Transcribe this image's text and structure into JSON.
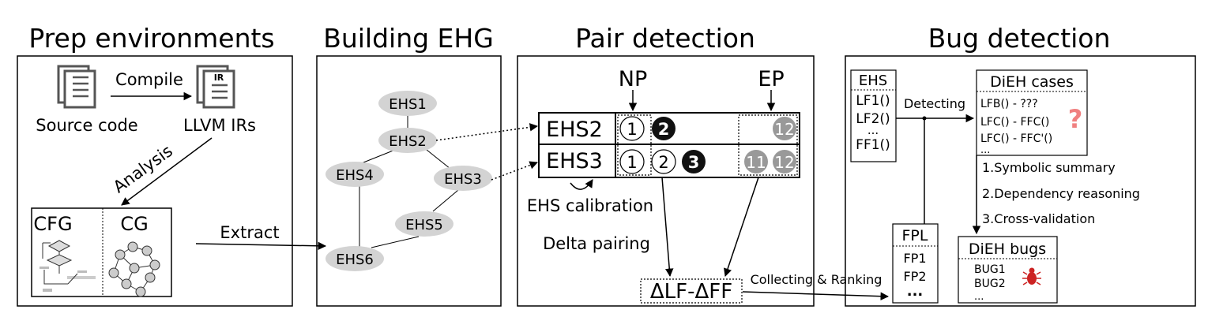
{
  "sections": {
    "prep": "Prep environments",
    "building": "Building EHG",
    "pair": "Pair detection",
    "bug": "Bug detection"
  },
  "prep": {
    "compile": "Compile",
    "ir_badge": "IR",
    "source_code": "Source code",
    "llvm_irs": "LLVM IRs",
    "analysis": "Analysis",
    "cfg": "CFG",
    "cg": "CG",
    "extract": "Extract"
  },
  "ehg": {
    "nodes": [
      "EHS1",
      "EHS2",
      "EHS3",
      "EHS4",
      "EHS5",
      "EHS6"
    ]
  },
  "pair": {
    "np": "NP",
    "ep": "EP",
    "row1_label": "EHS2",
    "row2_label": "EHS3",
    "row1_circles": [
      "1",
      "2",
      "12"
    ],
    "row2_circles": [
      "1",
      "2",
      "3",
      "11",
      "12"
    ],
    "calibration": "EHS calibration",
    "delta_pairing": "Delta pairing",
    "delta_box": "ΔLF-ΔFF",
    "collecting": "Collecting & Ranking"
  },
  "bug": {
    "ehs_title": "EHS",
    "ehs_items": [
      "LF1()",
      "LF2()",
      "...",
      "FF1()"
    ],
    "detecting": "Detecting",
    "dieh_cases_title": "DiEH cases",
    "dieh_cases_items": [
      "LFB() -  ???",
      "LFC() - FFC()",
      "LFC() - FFC'()",
      "..."
    ],
    "question_mark": "?",
    "steps": [
      "1.Symbolic summary",
      "2.Dependency reasoning",
      "3.Cross-validation"
    ],
    "fpl_title": "FPL",
    "fpl_items": [
      "FP1",
      "FP2",
      "..."
    ],
    "bugs_title": "DiEH bugs",
    "bugs_items": [
      "BUG1",
      "BUG2",
      "..."
    ]
  },
  "colors": {
    "node_fill": "#d3d3d3",
    "gray_circle": "#999999",
    "question_red": "#f08080",
    "bug_red": "#cc2222"
  }
}
